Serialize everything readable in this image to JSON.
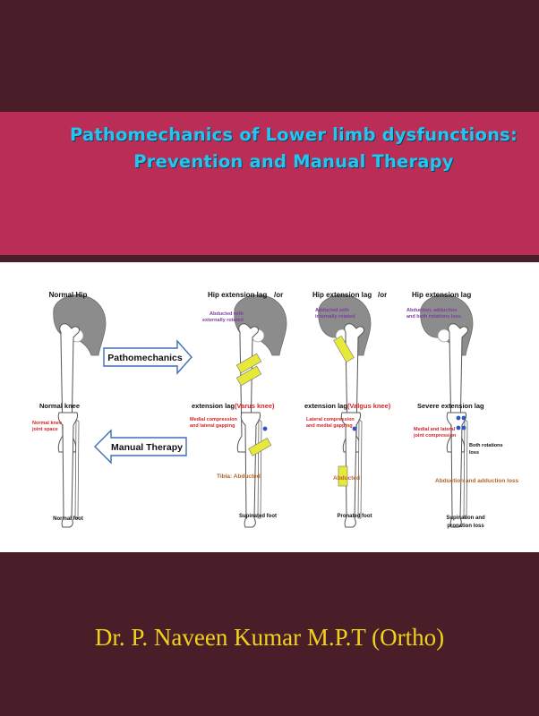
{
  "cover": {
    "title_line1": "Pathomechanics of Lower limb dysfunctions:",
    "title_line2": "Prevention and Manual Therapy",
    "author": "Dr. P. Naveen Kumar M.P.T (Ortho)"
  },
  "figure": {
    "col1": {
      "heading": "Normal Hip",
      "knee": "Normal knee",
      "joint_line1": "Normal knee",
      "joint_line2": "joint space",
      "foot": "Normal foot"
    },
    "col2": {
      "heading": "Hip extension lag",
      "heading_or": "/or",
      "note_line1": "Abducted with",
      "note_line2": "externally rotated",
      "knee_prefix": "extension lag",
      "knee_highlight": "(Varus knee)",
      "comp_line1": "Medial compression",
      "comp_line2": "and lateral gapping",
      "tibia": "Tibia: Abducted",
      "foot": "Supinated foot"
    },
    "col3": {
      "heading": "Hip extension lag",
      "heading_or": "/or",
      "note_line1": "Adducted with",
      "note_line2": "internally rotated",
      "knee_prefix": "extension lag",
      "knee_highlight": "(Valgus knee)",
      "comp_line1": "Lateral compression",
      "comp_line2": "and medial gapping",
      "tibia": "Abducted",
      "foot": "Pronated foot"
    },
    "col4": {
      "heading": "Hip extension lag",
      "note_line1": "Abduction, adduction",
      "note_line2": "and both rotations loss",
      "knee": "Severe extension lag",
      "comp_line1": "Medial and lateral",
      "comp_line2": "joint compression",
      "rot_line1": "Both rotations",
      "rot_line2": "loss",
      "abd": "Abduction and adduction loss",
      "foot_line1": "Supination and",
      "foot_line2": "pronation loss"
    },
    "arrow_right": "Pathomechanics",
    "arrow_left": "Manual Therapy"
  },
  "colors": {
    "title_band": "#b92d57",
    "dark_band": "#4a1e28",
    "title_text": "#25c6ee",
    "author_text": "#f0d21b",
    "purple_note": "#7a3fa0",
    "red_note": "#d3262b",
    "brown_note": "#b0652a",
    "tape": "#e6e83a"
  }
}
